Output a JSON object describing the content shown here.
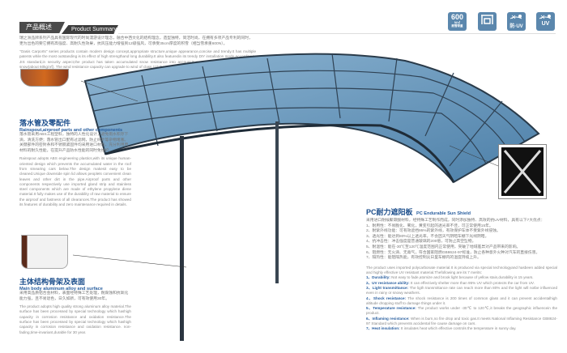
{
  "header": {
    "title_cn": "产品概述",
    "title_en": "Product Summary"
  },
  "summary": {
    "cn": "瑞之洲品牌系列产品具有国际现代的时尚漫游设计理念，融合中西文化的结构理念，造型独特，简洁时尚，在拥有多项产品专利的同时，更为出色的要它拥有高强度、高耐久性效果，抗风压能力增强到12级强风，可承受35cm厚度的积雪（相当雪承重600N）。",
    "en": "\"Oasis Carports\" series products contain modern design concept,appropriate structure,unique appearance,concise and trendy.It has multiple patents while the most outstanding is its effect of high strengthand long durability.It also featuredin its trendy DIY installation mode.According to JIS standard,in security aspect,the product has taken accumulated snow resistance into account,it cansesist 35cm thick accumulated snow(about 60kg/㎡). The wind resistance capacity can upgrade to wind of class 12(about 35m/s)."
  },
  "badges": [
    {
      "value": "600",
      "unit": "N/㎡",
      "label": "耐雪荷重"
    },
    {
      "label": "高强度耐压结构"
    },
    {
      "label": "防·UV"
    },
    {
      "label": "UV"
    }
  ],
  "rainspout": {
    "title_cn": "落水管及零配件",
    "title_en": "Rainspout,airproof parts and other components",
    "cn": "落水管采用ABS工程塑料，独特的人性化设计，避免雨水积存下滴，清洗方便；落水管出口配有过滤网，防止树叶等杂物堵塞。关键部件的密封条和不锈钢紧固件均采用进口材料，充分利用原材料的耐久性能，在提升产品防水性能的同时免维护。",
    "en": "Rainspout adopts ABS engineering plastics,with its unique human-oriented design which prevents the accumulated water in the roof from smearing cars below.The design makesit easy to be cleaned.Unique downside spin lid allows peoplets convenient clean leaves and other dirt in the pipe.Airproof parts and other components respectively use imported gland strip and stainless steel components which are made of ethylene propylene diene material.It fully makes use of the durability of raw material to ensure the airproof and fastness of all clearances.The product has showed its features of durability and zero maintenance required in details."
  },
  "frame": {
    "title_cn": "主体结构骨架及表面",
    "title_en": "Main body aluminum alloy and surface",
    "cn": "采用高品质铝合金材料，表面经特殊工艺处理，耐腐蚀和抗氧化能力强，且不易退色，日久如新，可有效使用30年。",
    "en": "The product adopts high quality strong aluminum alloy material.The surface has been processed by special technology which hashigh capacity in corrosion resistance and oxidation resistance.The surface has been processed by special technology which hashigh capacity in corrosion resistance and oxidation resistance. non-fading,time-invariant,durable for 30 year."
  },
  "pc": {
    "title_cn": "PC耐力遮阳板",
    "title_en": "PC Endurable Sun Shield",
    "cn_intro": "采用进口耐候聚碳酸材料，经特殊工艺制作而成，同时添加独特、高效的抗UV材料，具有以下7大优点：",
    "cn_merits": [
      "1、耐用性：不易脆化、雾化，黄变引起的透光率不佳，可正常使用15年。",
      "2、耐紫外线功能：可有效遮挡95%的紫外线，有效保护车体不受紫外线侵蚀。",
      "3、透光性：能达到80%以上透光率，不会因天气阴暗车棚下光线阴暗。",
      "4、抗冲击性：冲击强度是普通玻璃的200倍，可防止高空坠物。",
      "5、耐温性：能在-30℃至120℃温度范围内正常使用，突破了地域差异对产品带来的影响。",
      "6、阻燃性：无火滴、无毒气，符合国家阻燃GB8624-97标准，防止各种意外火种对汽车的直接伤害。",
      "7、隔热性：能阻隔热能，有效控制炎日里车棚内的温度持续上升。"
    ],
    "en_intro": "The product uses imported polycarbonate material.It is produced via special technologyand hasbeen added special and highly effective UV resistant material.Thefollowing are its 7 merits:",
    "en_merits": [
      {
        "label": "1、Durability:",
        "text": "Not easy to fade,atomize and brook light because of yellow stain,durability is 15 years."
      },
      {
        "label": "2、UV resistance ability:",
        "text": "It can effectively shelter more than 95% UV which protects the car from UV."
      },
      {
        "label": "3、Light transmittance:",
        "text": "The ligth transmittance rate can reach more than 80% and the light will notbe influenced even in rainy or snowy weathers."
      },
      {
        "label": "4、Shock resistance:",
        "text": "The shock resistance is 200 times of common glass and it can prevent accidentalhigh altitude dropping stuff to damage things under it."
      },
      {
        "label": "5、Temperature resistance:",
        "text": "The product works under -30℃ to 120℃,it breaks the geographic influencein the product."
      },
      {
        "label": "6、Inflaming resistance:",
        "text": "When is burn,no fire drop and toxic gas.It meets National Inflaming Resistance GB8624-97 Standard which prevents accidental fire cause damage on cars."
      },
      {
        "label": "7、Heat insulation:",
        "text": "It insulates heat which effective controls the temperature in sunny day."
      }
    ]
  }
}
